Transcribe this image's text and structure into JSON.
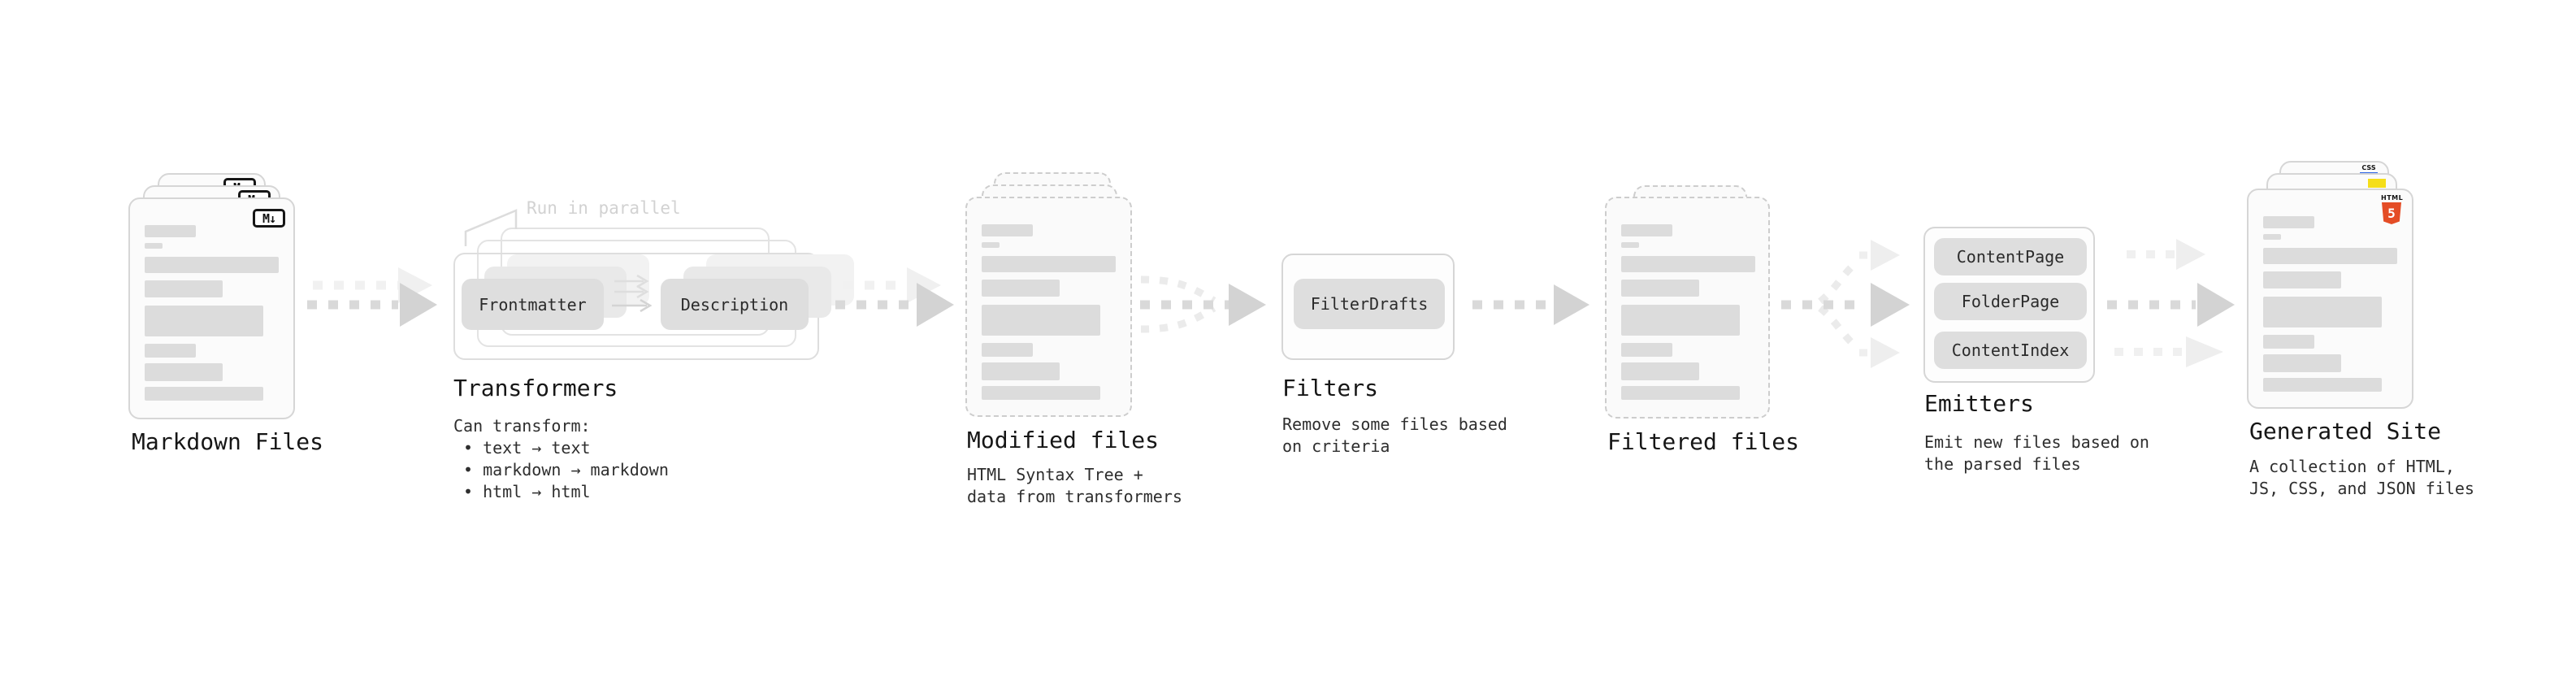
{
  "diagram": {
    "nodes": {
      "markdown": {
        "title": "Markdown Files",
        "file_icon": "markdown-icon",
        "file_icon_text": "M↓"
      },
      "transformers": {
        "title": "Transformers",
        "note": "Run in parallel",
        "pill_left": "Frontmatter",
        "pill_right": "Description",
        "desc_heading": "Can transform:",
        "bullets": [
          "• text → text",
          "• markdown → markdown",
          "• html → html"
        ]
      },
      "modified": {
        "title": "Modified files",
        "desc_lines": [
          "HTML Syntax Tree +",
          "data from transformers"
        ]
      },
      "filters": {
        "title": "Filters",
        "pill": "FilterDrafts",
        "desc_lines": [
          "Remove some files based",
          "on criteria"
        ]
      },
      "filtered": {
        "title": "Filtered files"
      },
      "emitters": {
        "title": "Emitters",
        "pills": [
          "ContentPage",
          "FolderPage",
          "ContentIndex"
        ],
        "desc_lines": [
          "Emit new files based on",
          "the parsed files"
        ]
      },
      "generated": {
        "title": "Generated Site",
        "desc_lines": [
          "A collection of HTML,",
          "JS, CSS, and JSON files"
        ],
        "badges": {
          "html_label": "HTML",
          "html_number": "5",
          "css_label": "CSS"
        }
      }
    },
    "colors": {
      "html5_orange": "#E44D26",
      "js_yellow": "#F5DE19",
      "css_blue": "#2961E5"
    }
  }
}
